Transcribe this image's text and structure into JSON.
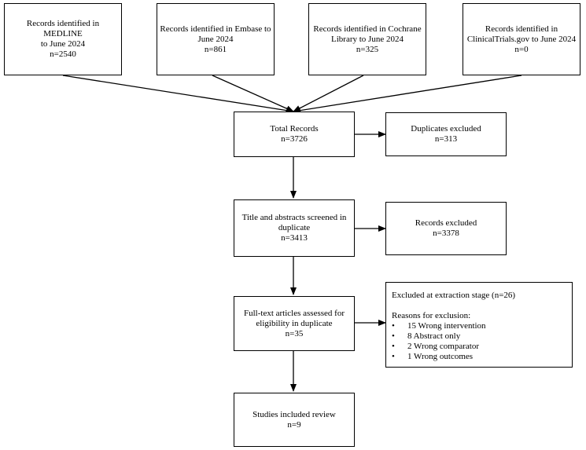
{
  "sources": [
    {
      "lines": [
        "Records identified in",
        "MEDLINE",
        "to June 2024",
        "n=2540"
      ]
    },
    {
      "lines": [
        "Records identified in Embase to",
        "June 2024",
        "n=861"
      ]
    },
    {
      "lines": [
        "Records identified in Cochrane",
        "Library to June 2024",
        "n=325"
      ]
    },
    {
      "lines": [
        "Records identified in",
        "ClinicalTrials.gov to June 2024",
        "n=0"
      ]
    }
  ],
  "total": {
    "lines": [
      "Total Records",
      "n=3726"
    ]
  },
  "duplicates": {
    "lines": [
      "Duplicates excluded",
      "n=313"
    ]
  },
  "screened": {
    "lines": [
      "Title and abstracts screened in",
      "duplicate",
      "n=3413"
    ]
  },
  "records_excluded": {
    "lines": [
      "Records excluded",
      "n=3378"
    ]
  },
  "fulltext": {
    "lines": [
      "Full-text articles assessed for",
      "eligibility in duplicate",
      "n=35"
    ]
  },
  "extraction": {
    "title": "Excluded at extraction stage (n=26)",
    "reasons_heading": "Reasons for exclusion:",
    "bullet": "•",
    "reasons": [
      "15 Wrong intervention",
      "8 Abstract only",
      "2 Wrong comparator",
      "1 Wrong outcomes"
    ]
  },
  "included": {
    "lines": [
      "Studies included review",
      "n=9"
    ]
  }
}
